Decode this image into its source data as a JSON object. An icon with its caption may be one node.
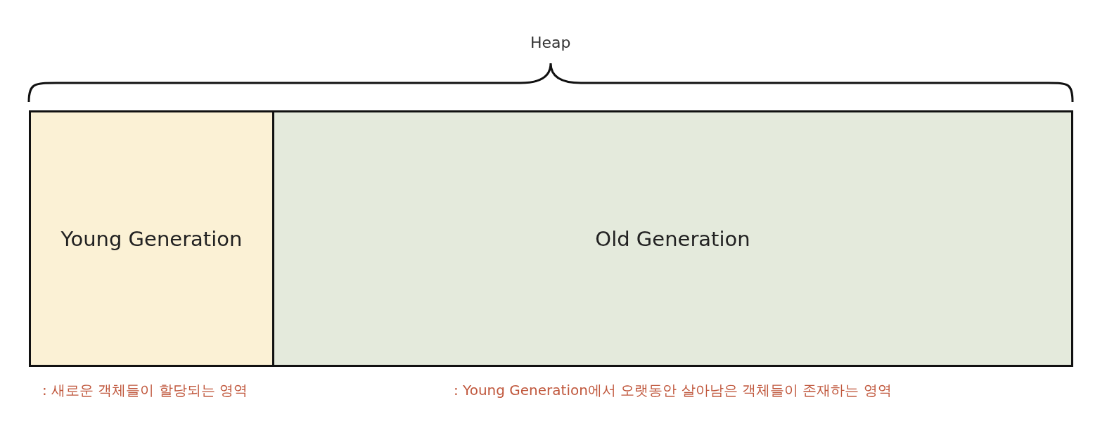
{
  "diagram": {
    "nodes": [
      {
        "text": [
          "Young Generation"
        ],
        "beside": [
          ": 새로운 객체들이 할당되는 영역"
        ]
      },
      {
        "text": [
          "Old Generation"
        ],
        "beside": [
          ": Young Generation에서 오랫동안 살아남은 객체들이 존재하는 영역"
        ]
      }
    ],
    "labels": [
      "Heap"
    ]
  }
}
